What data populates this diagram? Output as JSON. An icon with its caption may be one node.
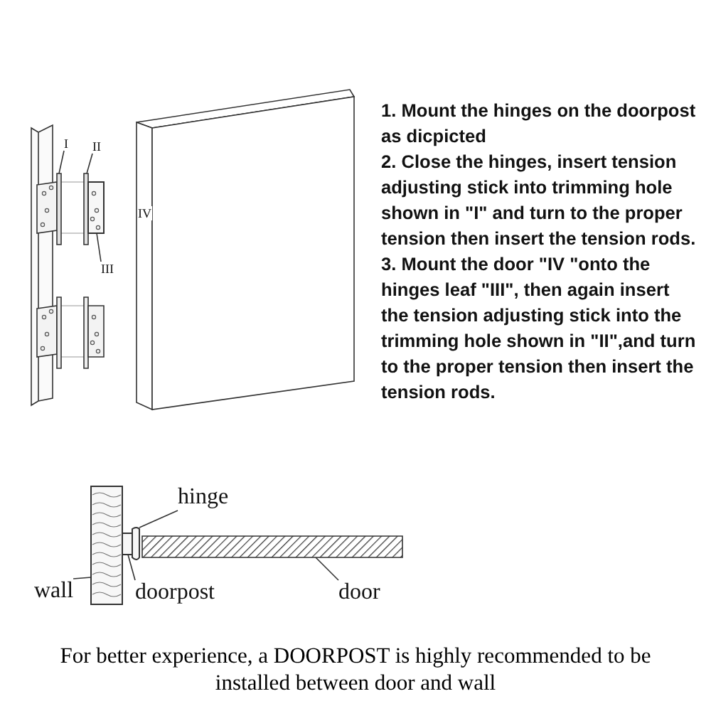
{
  "diagram": {
    "caption": "For better experience, a DOORPOST is highly recommended to be installed between door and wall",
    "nodes": [
      {
        "text": [
          "I"
        ]
      },
      {
        "text": [
          "II"
        ]
      },
      {
        "text": [
          "III"
        ]
      },
      {
        "text": [],
        "shape": "bar"
      },
      {
        "text": [],
        "shape": "bar"
      },
      {
        "text": [],
        "shape": "box"
      },
      {
        "text": [
          "hinge"
        ]
      },
      {
        "text": [],
        "shape": "box"
      },
      {
        "text": [],
        "shape": "box"
      },
      {
        "text": [],
        "shape": "box"
      },
      {
        "text": [],
        "shape": "bar"
      },
      {
        "text": [
          "wall"
        ]
      },
      {
        "text": [
          "doorpost"
        ]
      },
      {
        "text": [
          "door"
        ]
      }
    ],
    "edges": [
      {
        "from": 0,
        "to": 3,
        "arrow": "none"
      },
      {
        "from": 1,
        "to": 4,
        "arrow": "none"
      },
      {
        "from": 2,
        "to": 5,
        "arrow": "none"
      },
      {
        "from": 6,
        "to": 9,
        "arrow": "none"
      },
      {
        "from": 11,
        "to": 7,
        "arrow": "none"
      },
      {
        "from": 12,
        "to": 8,
        "arrow": "none"
      },
      {
        "from": 13,
        "to": 10,
        "arrow": "none"
      }
    ],
    "labels": [
      "IV",
      "1. Mount the hinges on the doorpost as dicpicted",
      "2. Close the hinges, insert tension adjusting stick into trimming hole shown in \"I\" and turn to the proper tension then insert the tension rods.",
      "3. Mount the door \"IV \"onto the hinges leaf \"III\", then again insert the tension adjusting stick into the trimming hole shown in \"II\",and turn to the proper tension then insert the tension rods."
    ]
  }
}
